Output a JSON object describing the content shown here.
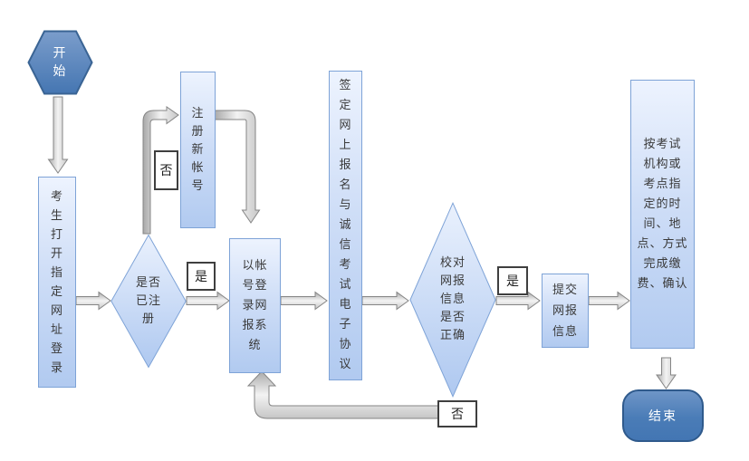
{
  "diagram": {
    "nodes": {
      "start": {
        "text": "开始",
        "lines": [
          "开",
          "始"
        ]
      },
      "open_site": {
        "text": "考生打开指定网址登录",
        "lines": [
          "考",
          "生",
          "打",
          "开",
          "指",
          "定",
          "网",
          "址",
          "登",
          "录"
        ]
      },
      "registered": {
        "text": "是否已注册",
        "lines": [
          "是否",
          "已注",
          "册"
        ]
      },
      "register_new": {
        "text": "注册新帐号",
        "lines": [
          "注",
          "册",
          "新",
          "帐",
          "号"
        ]
      },
      "login": {
        "text": "以帐号登录网报系统",
        "lines": [
          "以帐",
          "号登",
          "录网",
          "报系",
          "统"
        ]
      },
      "sign": {
        "text": "签定网上报名与诚信考试电子协议",
        "lines": [
          "签",
          "定",
          "网",
          "上",
          "报",
          "名",
          "与",
          "诚",
          "信",
          "考",
          "试",
          "电",
          "子",
          "协",
          "议"
        ]
      },
      "verify": {
        "text": "校对网报信息是否正确",
        "lines": [
          "校对",
          "网报",
          "信息",
          "是否",
          "正确"
        ]
      },
      "submit": {
        "text": "提交网报信息",
        "lines": [
          "提交",
          "网报",
          "信息"
        ]
      },
      "pay": {
        "text": "按考试机构或考点指定的时间、地点、方式完成缴费、确认",
        "lines": [
          "按考试",
          "机构或",
          "考点指",
          "定的时",
          "间、地",
          "点、方式",
          "完成缴",
          "费、确认"
        ]
      },
      "end": {
        "text": "结束",
        "lines": [
          "结束"
        ]
      }
    },
    "labels": {
      "no_register": "否",
      "yes_register": "是",
      "yes_correct": "是",
      "no_correct": "否"
    },
    "edges": [
      {
        "from": "start",
        "to": "open_site",
        "label": ""
      },
      {
        "from": "open_site",
        "to": "registered",
        "label": ""
      },
      {
        "from": "registered",
        "to": "register_new",
        "label": "否"
      },
      {
        "from": "register_new",
        "to": "login",
        "label": ""
      },
      {
        "from": "registered",
        "to": "login",
        "label": "是"
      },
      {
        "from": "login",
        "to": "sign",
        "label": ""
      },
      {
        "from": "sign",
        "to": "verify",
        "label": ""
      },
      {
        "from": "verify",
        "to": "submit",
        "label": "是"
      },
      {
        "from": "verify",
        "to": "login",
        "label": "否"
      },
      {
        "from": "submit",
        "to": "pay",
        "label": ""
      },
      {
        "from": "pay",
        "to": "end",
        "label": ""
      }
    ],
    "colors": {
      "terminal_fill": "#4f81bd",
      "terminal_border": "#2f5a8c",
      "step_fill_top": "#edf3fe",
      "step_fill_bottom": "#b1caf0",
      "step_border": "#7ea3d7",
      "arrow_fill": "#e0e0e0",
      "arrow_border": "#858585",
      "text": "#3a3a3a",
      "label_border": "#3f3f3f"
    }
  }
}
